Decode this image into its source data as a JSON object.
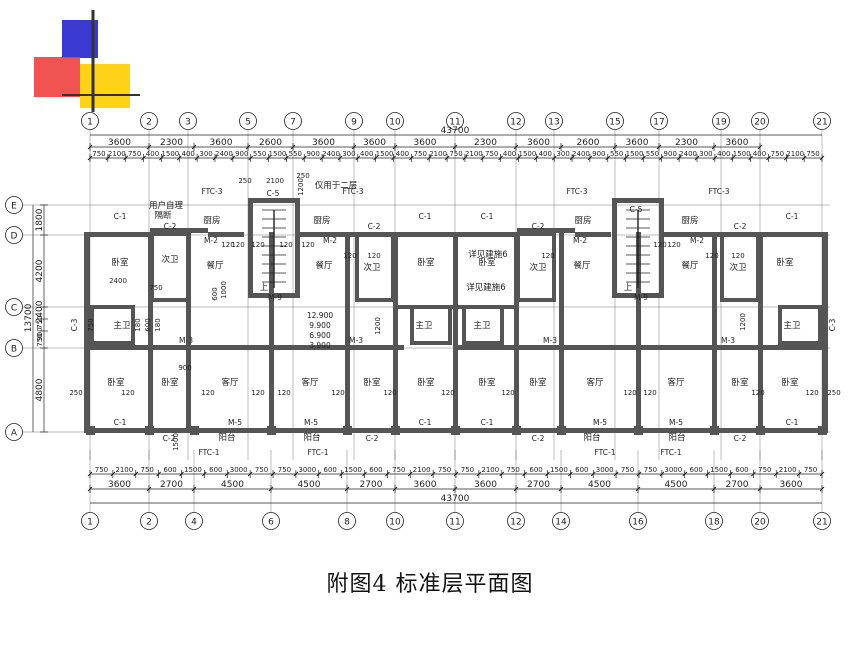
{
  "caption": "附图4   标准层平面图",
  "colors": {
    "logo_blue": "#3a3ad0",
    "logo_yellow": "#ffd21a",
    "logo_red": "#f04040",
    "logo_line": "#333333",
    "line": "#222222",
    "wall": "#555555"
  },
  "axes": {
    "top": [
      "1",
      "2",
      "3",
      "5",
      "7",
      "9",
      "10",
      "11",
      "12",
      "13",
      "15",
      "17",
      "19",
      "20",
      "21"
    ],
    "bottom": [
      "1",
      "2",
      "4",
      "6",
      "8",
      "10",
      "11",
      "12",
      "14",
      "16",
      "18",
      "20",
      "21"
    ],
    "left": [
      "E",
      "D",
      "C",
      "B",
      "A"
    ]
  },
  "dims": {
    "top_total": "43700",
    "top_row1": [
      "3600",
      "2300",
      "3600",
      "2600",
      "3600",
      "3600",
      "3600",
      "2300",
      "3600",
      "2600",
      "3600",
      "2300",
      "3600"
    ],
    "top_row2": [
      "750",
      "2100",
      "750",
      "400",
      "1500",
      "400",
      "300",
      "2400",
      "900",
      "550",
      "1500",
      "550",
      "900",
      "2400",
      "300",
      "400",
      "1500",
      "400",
      "750",
      "2100",
      "750",
      "2100",
      "750",
      "400",
      "1500",
      "400",
      "300",
      "2400",
      "900",
      "550",
      "1500",
      "550",
      "900",
      "2400",
      "300",
      "400",
      "1500",
      "400",
      "750",
      "2100",
      "750"
    ],
    "bottom_total": "43700",
    "bottom_row1": [
      "3600",
      "2700",
      "4500",
      "4500",
      "2700",
      "3600",
      "3600",
      "2700",
      "4500",
      "4500",
      "2700",
      "3600"
    ],
    "bottom_row2": [
      "750",
      "2100",
      "750",
      "600",
      "1500",
      "600",
      "3000",
      "750",
      "750",
      "3000",
      "600",
      "1500",
      "600",
      "750",
      "2100",
      "750",
      "750",
      "2100",
      "750",
      "600",
      "1500",
      "600",
      "3000",
      "750",
      "750",
      "3000",
      "600",
      "1500",
      "600",
      "750",
      "2100",
      "750"
    ],
    "left_total": "13700",
    "left": [
      "1800",
      "4200",
      "2400",
      "750",
      "900",
      "750",
      "4800"
    ],
    "misc": [
      "250",
      "250",
      "2100",
      "1200",
      "120",
      "900",
      "1500",
      "600",
      "1000",
      "2400",
      "750",
      "180",
      "600",
      "180"
    ]
  },
  "rooms": {
    "bedroom": "卧室",
    "living": "客厅",
    "dining": "餐厅",
    "kitchen": "厨房",
    "bath2": "次卫",
    "bath1": "主卫",
    "balcony": "阳台",
    "note_mailbox_a": "用户自理",
    "note_mailbox_b": "隔断",
    "note_second_floor": "仅用于二层",
    "note_detail": "详见建施6",
    "up": "上"
  },
  "codes": [
    "C-1",
    "C-2",
    "C-3",
    "C-5",
    "M-2",
    "M-3",
    "M-5",
    "M-9",
    "FTC-1",
    "FTC-3"
  ],
  "elevations": [
    "12.900",
    "9.900",
    "6.900",
    "3.900"
  ]
}
